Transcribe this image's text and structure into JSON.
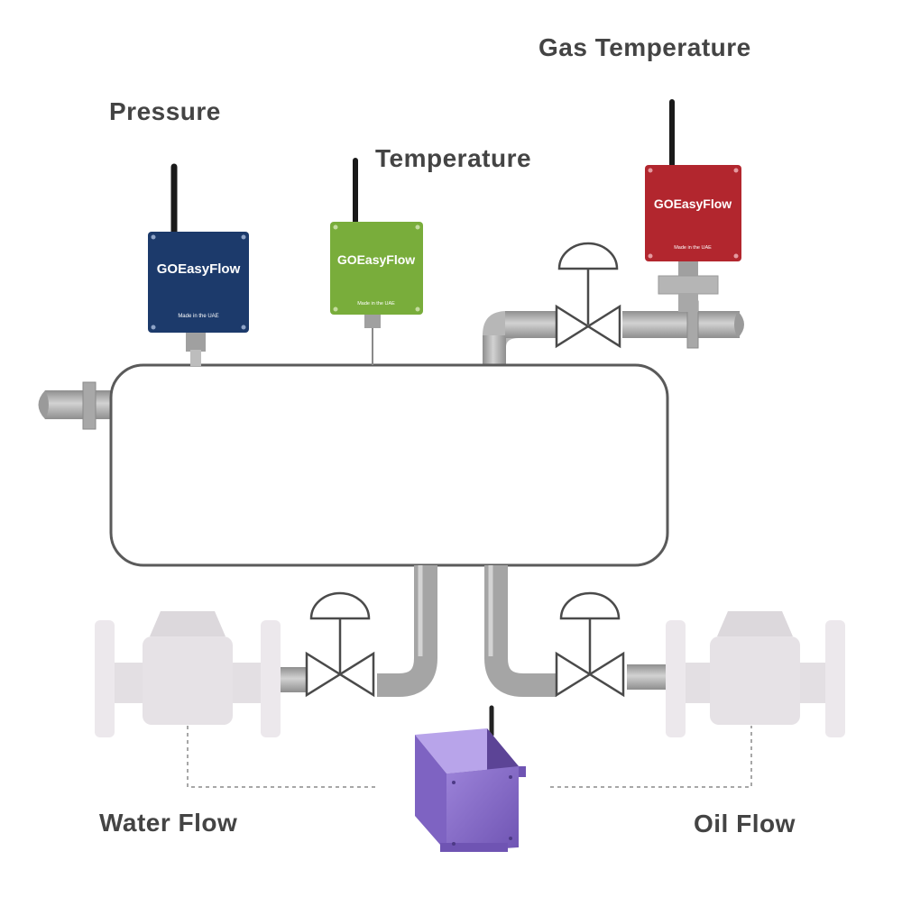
{
  "labels": {
    "pressure": "Pressure",
    "temperature": "Temperature",
    "gas_temperature": "Gas Temperature",
    "water_flow": "Water Flow",
    "oil_flow": "Oil Flow"
  },
  "devices": {
    "pressure": {
      "brand": "GOEasyFlow",
      "made_in": "Made in the UAE",
      "color": "#1c3a6b"
    },
    "temperature": {
      "brand": "GOEasyFlow",
      "made_in": "Made in the UAE",
      "color": "#79ad3b"
    },
    "gas_temperature": {
      "brand": "GOEasyFlow",
      "made_in": "Made in the UAE",
      "color": "#b2262e"
    },
    "gateway": {
      "color": "#8a6fc8"
    }
  },
  "colors": {
    "pipe": "#a9a9a9",
    "pipe_highlight": "#cfcfcf",
    "vessel_stroke": "#5a5a5a",
    "meter_body": "#e8e4e8",
    "label_text": "#444444"
  }
}
